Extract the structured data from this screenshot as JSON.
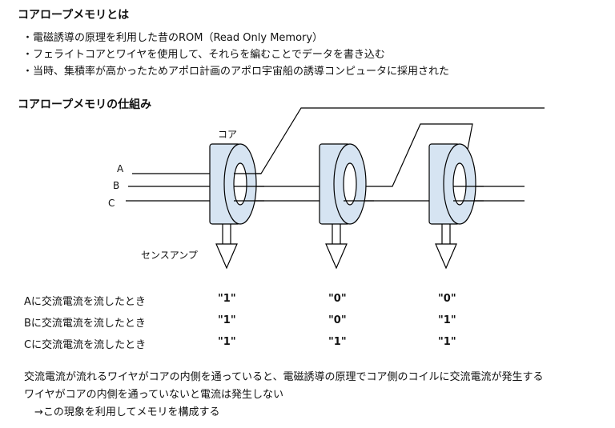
{
  "title": "コアロープメモリとは",
  "bullets": [
    "・電磁誘導の原理を利用した昔のROM（Read Only Memory）",
    "・フェライトコアとワイヤを使用して、それらを編むことでデータを書き込む",
    "・当時、集積率が高かったためアポロ計画のアポロ宇宙船の誘導コンピュータに採用された"
  ],
  "section_title": "コアロープメモリの仕組み",
  "diagram": {
    "core_label": "コア",
    "wire_labels": [
      "A",
      "B",
      "C"
    ],
    "amp_label": "センスアンプ",
    "colors": {
      "core_fill": "#d6e4f2",
      "stroke": "#000000"
    }
  },
  "table": {
    "rows": [
      {
        "label": "Aに交流電流を流したとき",
        "values": [
          "\"1\"",
          "\"0\"",
          "\"0\""
        ]
      },
      {
        "label": "Bに交流電流を流したとき",
        "values": [
          "\"1\"",
          "\"0\"",
          "\"1\""
        ]
      },
      {
        "label": "Cに交流電流を流したとき",
        "values": [
          "\"1\"",
          "\"1\"",
          "\"1\""
        ]
      }
    ]
  },
  "footer": [
    "交流電流が流れるワイヤがコアの内側を通っていると、電磁誘導の原理でコア側のコイルに交流電流が発生する",
    "ワイヤがコアの内側を通っていないと電流は発生しない",
    "　→この現象を利用してメモリを構成する"
  ]
}
